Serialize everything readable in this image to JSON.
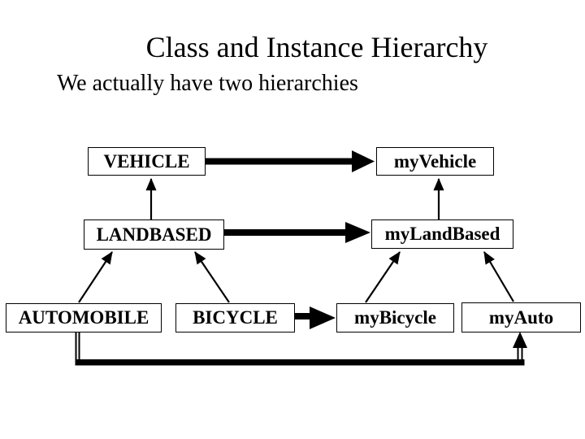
{
  "slide": {
    "title": "Class and Instance Hierarchy",
    "subtitle": "We actually have two hierarchies",
    "background_color": "#ffffff",
    "text_color": "#000000",
    "line_color": "#000000",
    "boxes": {
      "vehicle": {
        "label": "VEHICLE"
      },
      "landbased": {
        "label": "LANDBASED"
      },
      "automobile": {
        "label": "AUTOMOBILE"
      },
      "bicycle": {
        "label": "BICYCLE"
      },
      "myvehicle": {
        "label": "myVehicle"
      },
      "mylandbased": {
        "label": "myLandBased"
      },
      "mybicycle": {
        "label": "myBicycle"
      },
      "myauto": {
        "label": "myAuto"
      }
    },
    "edges": [
      {
        "from": "LANDBASED",
        "to": "VEHICLE",
        "arrow": "thin-up"
      },
      {
        "from": "AUTOMOBILE",
        "to": "LANDBASED",
        "arrow": "thin-up-diagonal"
      },
      {
        "from": "BICYCLE",
        "to": "LANDBASED",
        "arrow": "thin-up-diagonal"
      },
      {
        "from": "myLandBased",
        "to": "myVehicle",
        "arrow": "thin-up"
      },
      {
        "from": "myBicycle",
        "to": "myLandBased",
        "arrow": "thin-up-diagonal"
      },
      {
        "from": "myAuto",
        "to": "myLandBased",
        "arrow": "thin-up-diagonal"
      },
      {
        "from": "VEHICLE",
        "to": "myVehicle",
        "arrow": "thick-right"
      },
      {
        "from": "LANDBASED",
        "to": "myLandBased",
        "arrow": "thick-right"
      },
      {
        "from": "BICYCLE",
        "to": "myBicycle",
        "arrow": "thick-right"
      },
      {
        "from": "AUTOMOBILE",
        "to": "myAuto",
        "arrow": "thick-elbow-bottom"
      }
    ]
  }
}
